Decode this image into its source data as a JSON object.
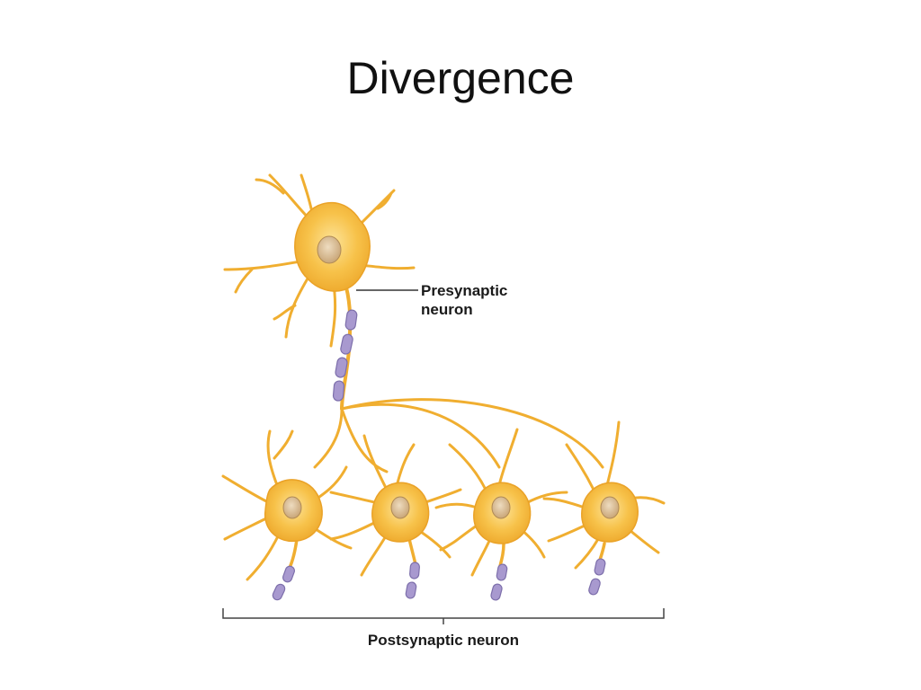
{
  "slide": {
    "title": "Divergence"
  },
  "diagram": {
    "presynaptic_label_line1": "Presynaptic",
    "presynaptic_label_line2": "neuron",
    "postsynaptic_label": "Postsynaptic neuron",
    "colors": {
      "neuron_body": "#f5b83a",
      "neuron_highlight": "#fbd97a",
      "nucleus": "#d9b98a",
      "myelin": "#a596c8",
      "leader_line": "#333333"
    },
    "postsynaptic_count": 4
  }
}
